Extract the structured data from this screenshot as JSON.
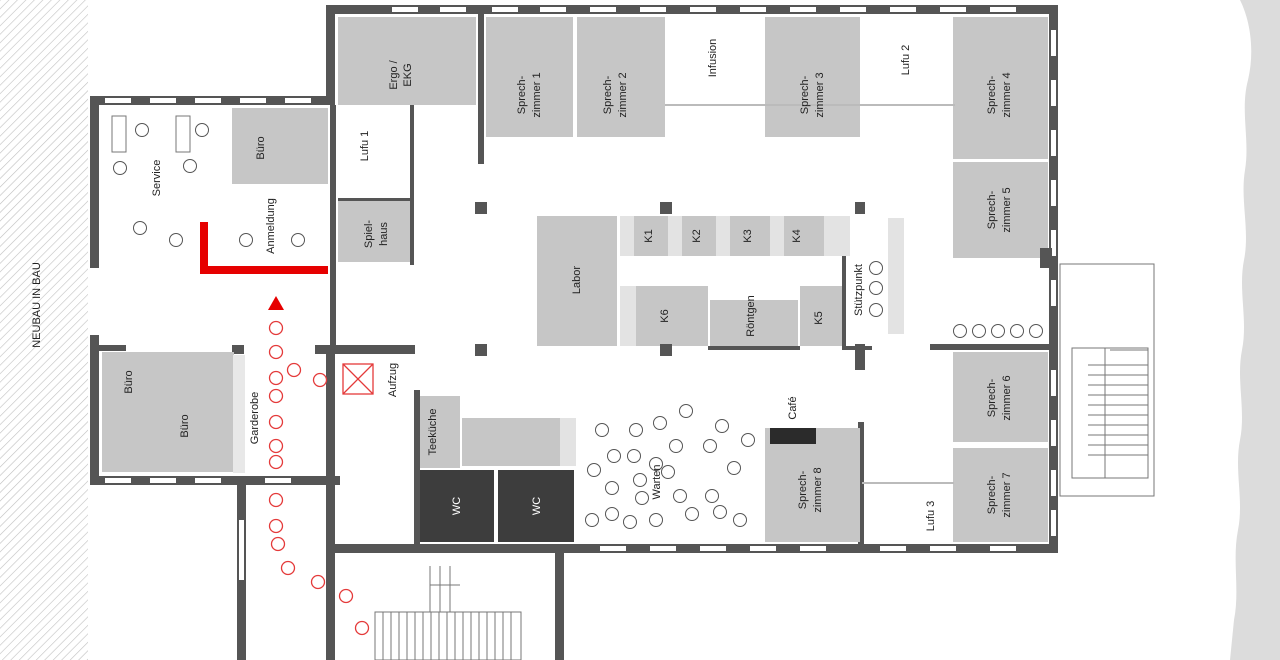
{
  "side_label": "NEUBAU IN BAU",
  "rooms": {
    "ergo": [
      "Ergo /",
      "EKG"
    ],
    "sprech1": [
      "Sprech-",
      "zimmer 1"
    ],
    "sprech2": [
      "Sprech-",
      "zimmer 2"
    ],
    "infusion": "Infusion",
    "sprech3": [
      "Sprech-",
      "zimmer 3"
    ],
    "lufu2": "Lufu 2",
    "sprech4": [
      "Sprech-",
      "zimmer 4"
    ],
    "service": "Service",
    "buero_top": "Büro",
    "lufu1": "Lufu 1",
    "spielhaus": [
      "Spiel-",
      "haus"
    ],
    "anmeldung": "Anmeldung",
    "labor": "Labor",
    "k1": "K1",
    "k2": "K2",
    "k3": "K3",
    "k4": "K4",
    "k5": "K5",
    "k6": "K6",
    "roentgen": "Röntgen",
    "stuetzpunkt": "Stützpunkt",
    "sprech5": [
      "Sprech-",
      "zimmer 5"
    ],
    "buero_small": "Büro",
    "buero_large": "Büro",
    "garderobe": "Garderobe",
    "aufzug": "Aufzug",
    "teekueche": "Teeküche",
    "wc1": "WC",
    "wc2": "WC",
    "warten": "Warten",
    "cafe": "Café",
    "sprech8": [
      "Sprech-",
      "zimmer 8"
    ],
    "lufu3": "Lufu 3",
    "sprech6": [
      "Sprech-",
      "zimmer 6"
    ],
    "sprech7": [
      "Sprech-",
      "zimmer 7"
    ]
  },
  "colors": {
    "wall": "#555555",
    "room": "#c6c6c6",
    "dark_room": "#3d3d3d",
    "route": "#e43a3a",
    "counter": "#e60000",
    "background_outline": "#dcdcdc"
  }
}
